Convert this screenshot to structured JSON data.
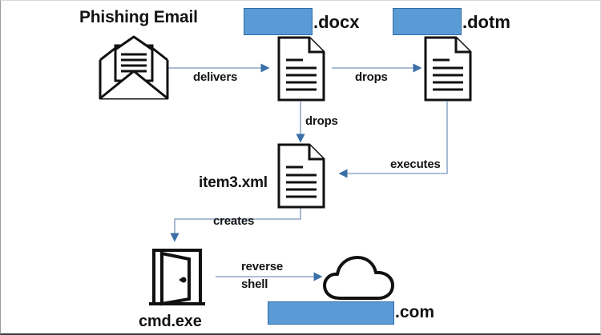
{
  "diagram": {
    "title_text": "Phishing Email",
    "colors": {
      "redaction_fill": "#5B9BD5",
      "redaction_stroke": "#2E6FA7",
      "arrow_line": "#8FA9C6",
      "arrow_head": "#3B6FA8",
      "icon_stroke": "#111111",
      "background": "#FFFFFF",
      "text": "#131313"
    },
    "nodes": [
      {
        "id": "phishing-email",
        "icon": "envelope-icon",
        "label": "Phishing Email",
        "label_position": "above"
      },
      {
        "id": "docx-document",
        "icon": "document-icon",
        "label": ".docx",
        "label_position": "right",
        "redacted_name": true
      },
      {
        "id": "dotm-document",
        "icon": "document-icon",
        "label": ".dotm",
        "label_position": "right",
        "redacted_name": true
      },
      {
        "id": "item3-xml",
        "icon": "document-icon",
        "label": "item3.xml",
        "label_position": "left"
      },
      {
        "id": "cmd-exe",
        "icon": "door-icon",
        "label": "cmd.exe",
        "label_position": "below"
      },
      {
        "id": "c2-server",
        "icon": "cloud-icon",
        "label": ".com",
        "label_position": "below",
        "redacted_name": true
      }
    ],
    "edges": [
      {
        "id": "edge-delivers",
        "label": "delivers",
        "from": "phishing-email",
        "to": "docx-document"
      },
      {
        "id": "edge-drops-dotm",
        "label": "drops",
        "from": "docx-document",
        "to": "dotm-document"
      },
      {
        "id": "edge-drops-item3",
        "label": "drops",
        "from": "docx-document",
        "to": "item3-xml"
      },
      {
        "id": "edge-executes",
        "label": "executes",
        "from": "dotm-document",
        "to": "item3-xml"
      },
      {
        "id": "edge-creates",
        "label": "creates",
        "from": "item3-xml",
        "to": "cmd-exe"
      },
      {
        "id": "edge-reverse-shell",
        "label_line1": "reverse",
        "label_line2": "shell",
        "from": "cmd-exe",
        "to": "c2-server"
      }
    ]
  }
}
